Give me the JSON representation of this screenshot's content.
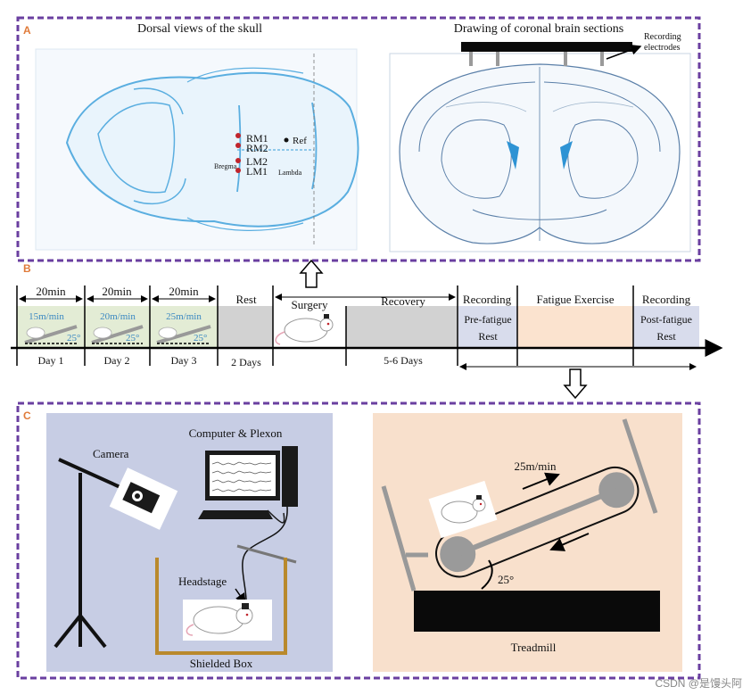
{
  "panel_a": {
    "letter": "A",
    "skull_title": "Dorsal views of the skull",
    "coronal_title": "Drawing of coronal brain sections",
    "recording_label_line1": "Recording",
    "recording_label_line2": "electrodes",
    "electrodes": [
      "RM1",
      "RM2",
      "LM2",
      "LM1"
    ],
    "ref_label": "Ref",
    "bregma_label": "Bregma",
    "lambda_label": "Lambda"
  },
  "panel_b": {
    "letter": "B",
    "durations": [
      "20min",
      "20min",
      "20min"
    ],
    "speeds": [
      "15m/min",
      "20m/min",
      "25m/min"
    ],
    "incline": "25°",
    "days": [
      "Day 1",
      "Day 2",
      "Day 3"
    ],
    "rest_label": "Rest",
    "rest_days": "2 Days",
    "surgery_label": "Surgery",
    "recovery_label": "Recovery",
    "recovery_days": "5-6 Days",
    "recording_label": "Recording",
    "pre_fatigue_line1": "Pre-fatigue",
    "pre_fatigue_line2": "Rest",
    "fatigue_label": "Fatigue Exercise",
    "post_fatigue_line1": "Post-fatigue",
    "post_fatigue_line2": "Rest"
  },
  "panel_c": {
    "letter": "C",
    "camera_label": "Camera",
    "computer_label": "Computer & Plexon",
    "headstage_label": "Headstage",
    "box_label": "Shielded Box",
    "speed_label": "25m/min",
    "incline_label": "25°",
    "treadmill_label": "Treadmill"
  },
  "watermark": "CSDN @是馒头阿",
  "colors": {
    "frame": "#6a3fa0",
    "skull": "#5aaee0",
    "training_fill": "#e3ecd5",
    "rest_fill": "#d2d2d2",
    "recording_fill": "#d8dcec",
    "fatigue_fill": "#fbe3cf",
    "setup_bg": "#c7cde4",
    "treadmill_bg": "#f8e0cc",
    "box_wire": "#b9892c"
  }
}
